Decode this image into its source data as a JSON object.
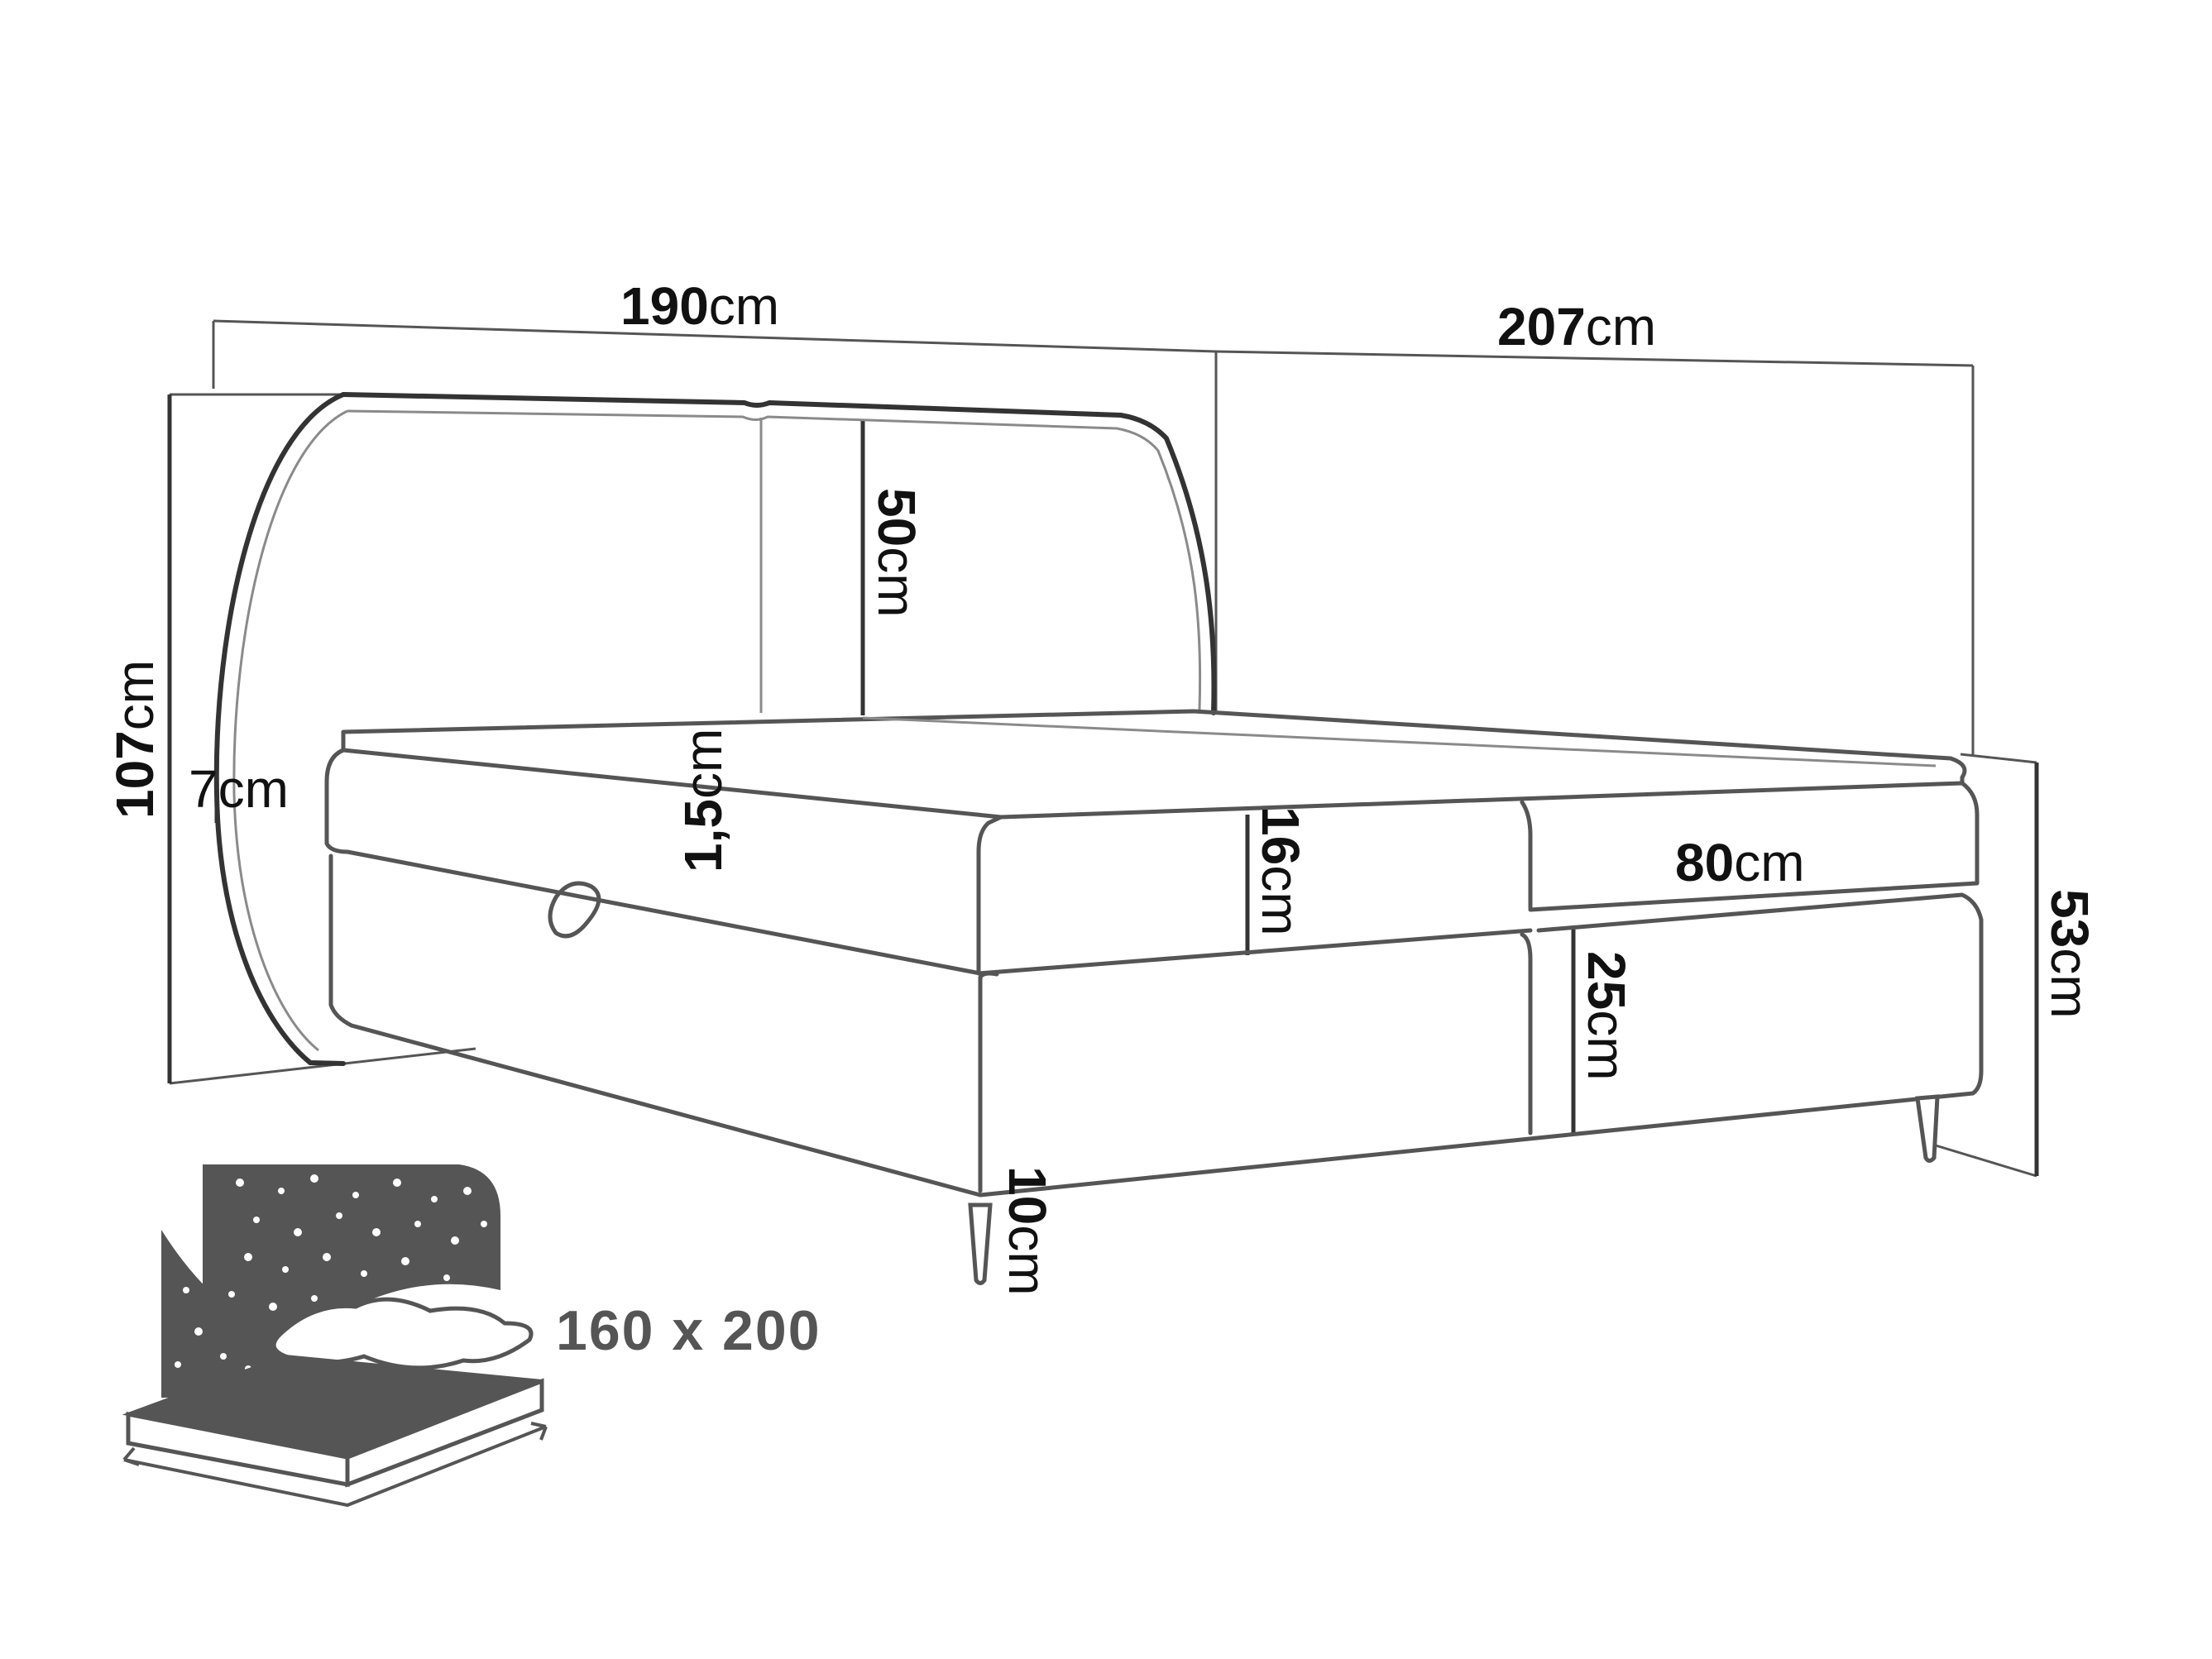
{
  "colors": {
    "outline": "#555555",
    "dimension_text": "#111111",
    "icon_fill": "#555555",
    "background": "#ffffff"
  },
  "dimensions": {
    "length": {
      "value": "190",
      "unit": "cm"
    },
    "width": {
      "value": "207",
      "unit": "cm"
    },
    "headboard_height": {
      "value": "50",
      "unit": "cm"
    },
    "total_height": {
      "value": "107",
      "unit": "cm"
    },
    "headboard_thickness": {
      "value": "7",
      "unit": "cm"
    },
    "topper_thickness": {
      "value": "1,5",
      "unit": "cm"
    },
    "mattress_height": {
      "value": "16",
      "unit": "cm"
    },
    "mattress_width": {
      "value": "80",
      "unit": "cm"
    },
    "box_height": {
      "value": "25",
      "unit": "cm"
    },
    "bed_height": {
      "value": "53",
      "unit": "cm"
    },
    "leg_height": {
      "value": "10",
      "unit": "cm"
    }
  },
  "size_icon": {
    "icon": "bed-size-icon",
    "label": "160 x 200"
  }
}
